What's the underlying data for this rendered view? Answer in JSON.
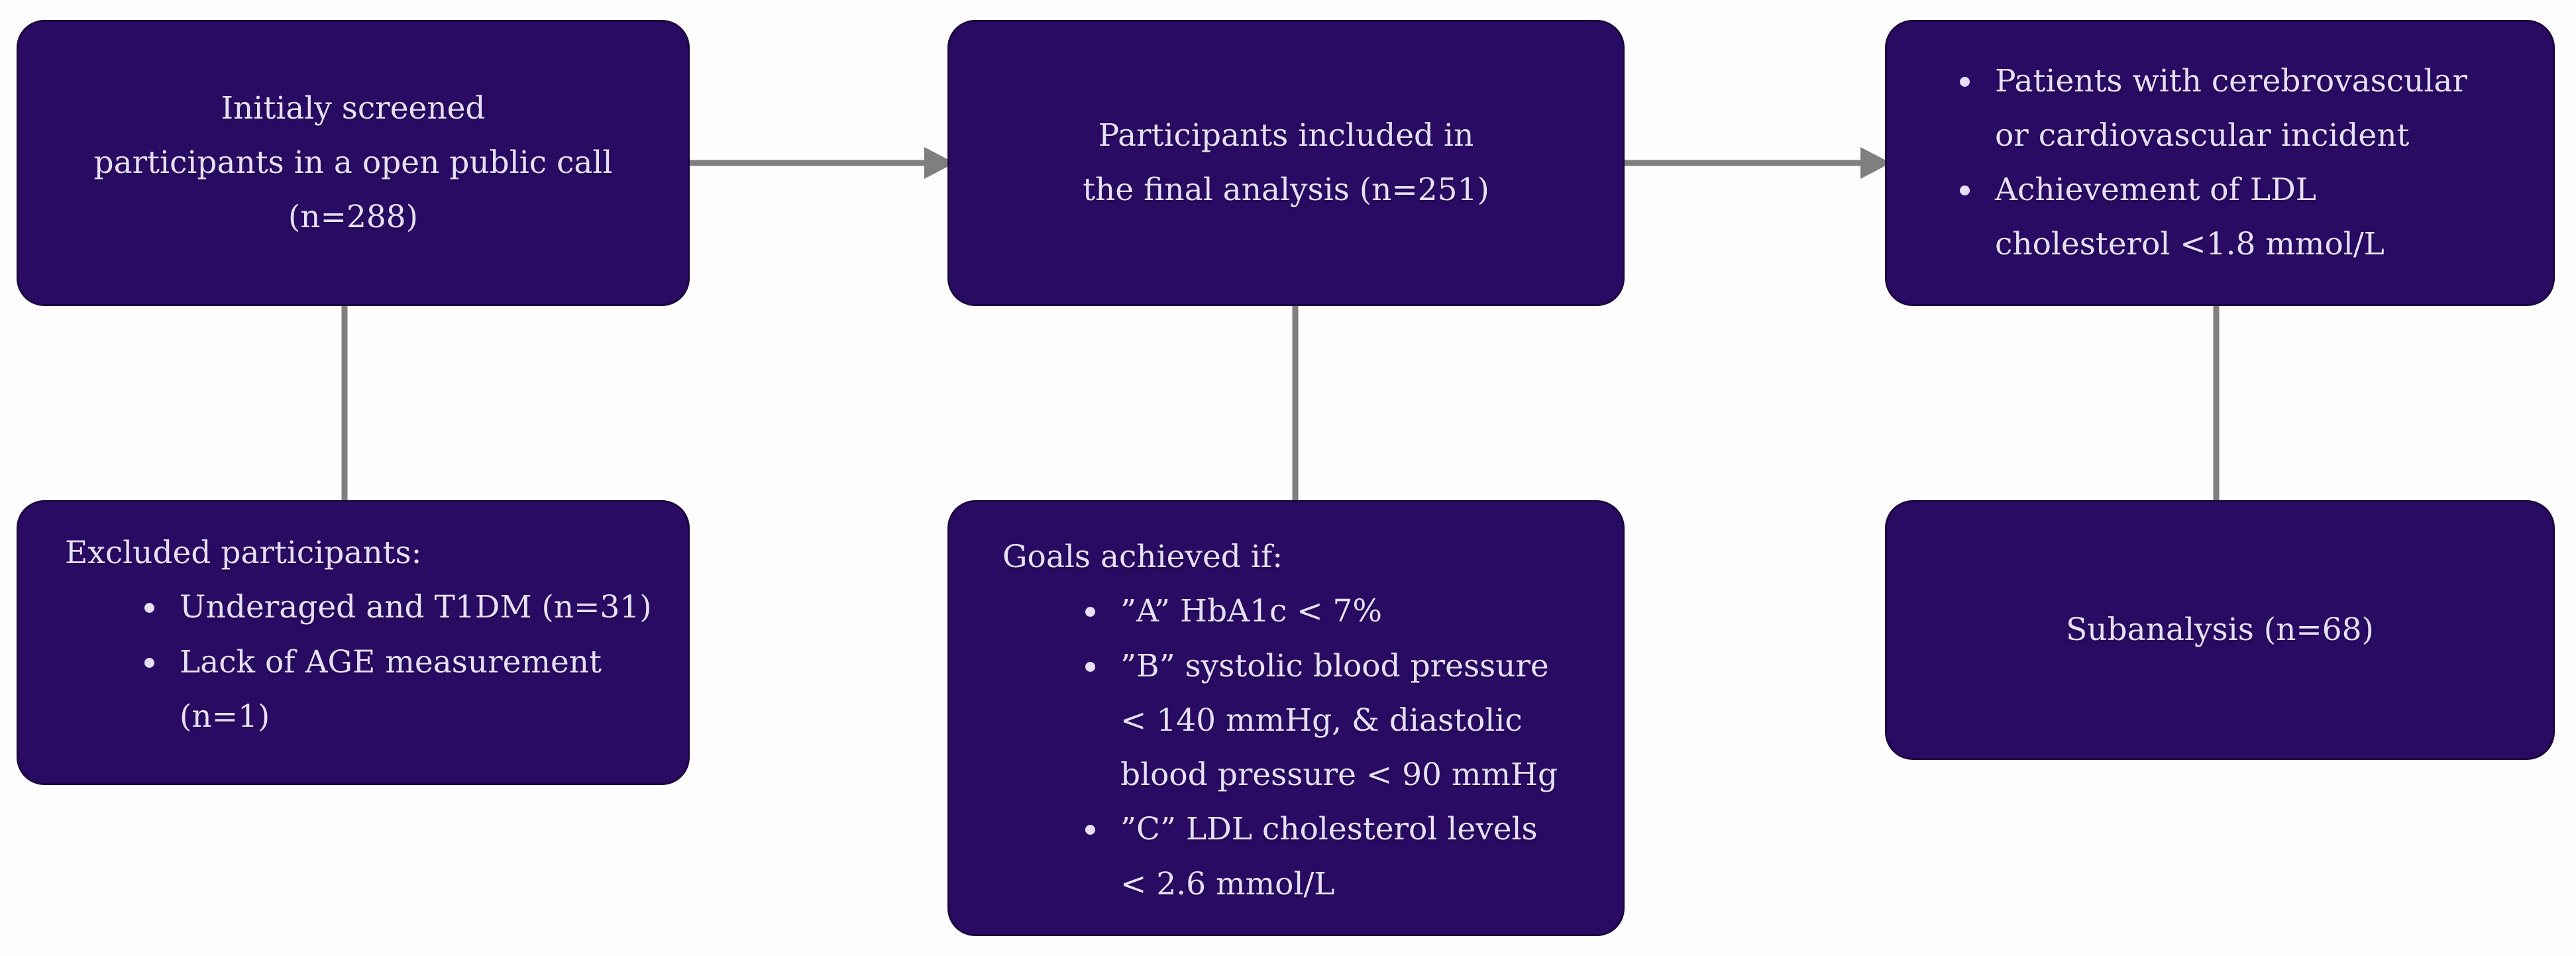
{
  "palette": {
    "background": "#fefdfe",
    "box_fill": "#2a0b63",
    "box_border": "#1c0740",
    "box_text": "#e7dff5",
    "connector": "#7f7f7f"
  },
  "boxes": {
    "screened": {
      "text": "Initialy screened\nparticipants in a open public call\n(n=288)"
    },
    "final": {
      "text": "Participants included in\nthe final analysis (n=251)"
    },
    "criteria": {
      "bullets": [
        "Patients with cerebrovascular\nor cardiovascular incident",
        "Achievement of LDL\ncholesterol <1.8 mmol/L"
      ]
    },
    "excluded": {
      "heading": "Excluded participants:",
      "bullets": [
        "Underaged and T1DM (n=31)",
        "Lack of AGE measurement\n(n=1)"
      ]
    },
    "goals": {
      "heading": "Goals achieved if:",
      "bullets": [
        "”A” HbA1c < 7%",
        "”B” systolic blood pressure\n< 140 mmHg, & diastolic\nblood pressure < 90 mmHg",
        "”C” LDL cholesterol levels\n< 2.6 mmol/L"
      ]
    },
    "subanalysis": {
      "text": "Subanalysis (n=68)"
    }
  }
}
